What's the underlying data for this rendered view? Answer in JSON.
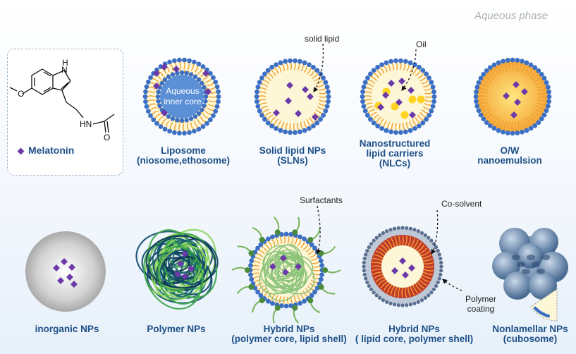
{
  "phase_label": "Aqueous phase",
  "melatonin": {
    "legend": "Melatonin",
    "atoms": {
      "nh": "H",
      "n": "N",
      "o1": "O",
      "hn": "HN",
      "o2": "O"
    }
  },
  "particles": [
    {
      "id": "liposome",
      "label": "Liposome\n(niosome,ethosome)",
      "core_text": "Aqueous\ninner core"
    },
    {
      "id": "sln",
      "label": "Solid lipid NPs\n(SLNs)",
      "callout": "solid lipid"
    },
    {
      "id": "nlc",
      "label": "Nanostructured\nlipid carriers\n(NLCs)",
      "callout": "Oil"
    },
    {
      "id": "ow",
      "label": "O/W\nnanoemulsion"
    },
    {
      "id": "inorganic",
      "label": "inorganic NPs"
    },
    {
      "id": "polymer",
      "label": "Polymer NPs"
    },
    {
      "id": "hybrid1",
      "label": "Hybrid NPs\n(polymer core, lipid shell)",
      "callout": "Surfactants"
    },
    {
      "id": "hybrid2",
      "label": "Hybrid NPs\n( lipid core, polymer shell)",
      "callout": "Co-solvent",
      "callout2": "Polymer\ncoating"
    },
    {
      "id": "cubosome",
      "label": "Nonlamellar NPs\n(cubosome)"
    }
  ],
  "colors": {
    "head": "#3b6fc4",
    "tail": "#f0a030",
    "core": "#fdf7d8",
    "drug": "#6b3aa8",
    "oil": "#ffd21f",
    "title": "#1d4f87"
  }
}
